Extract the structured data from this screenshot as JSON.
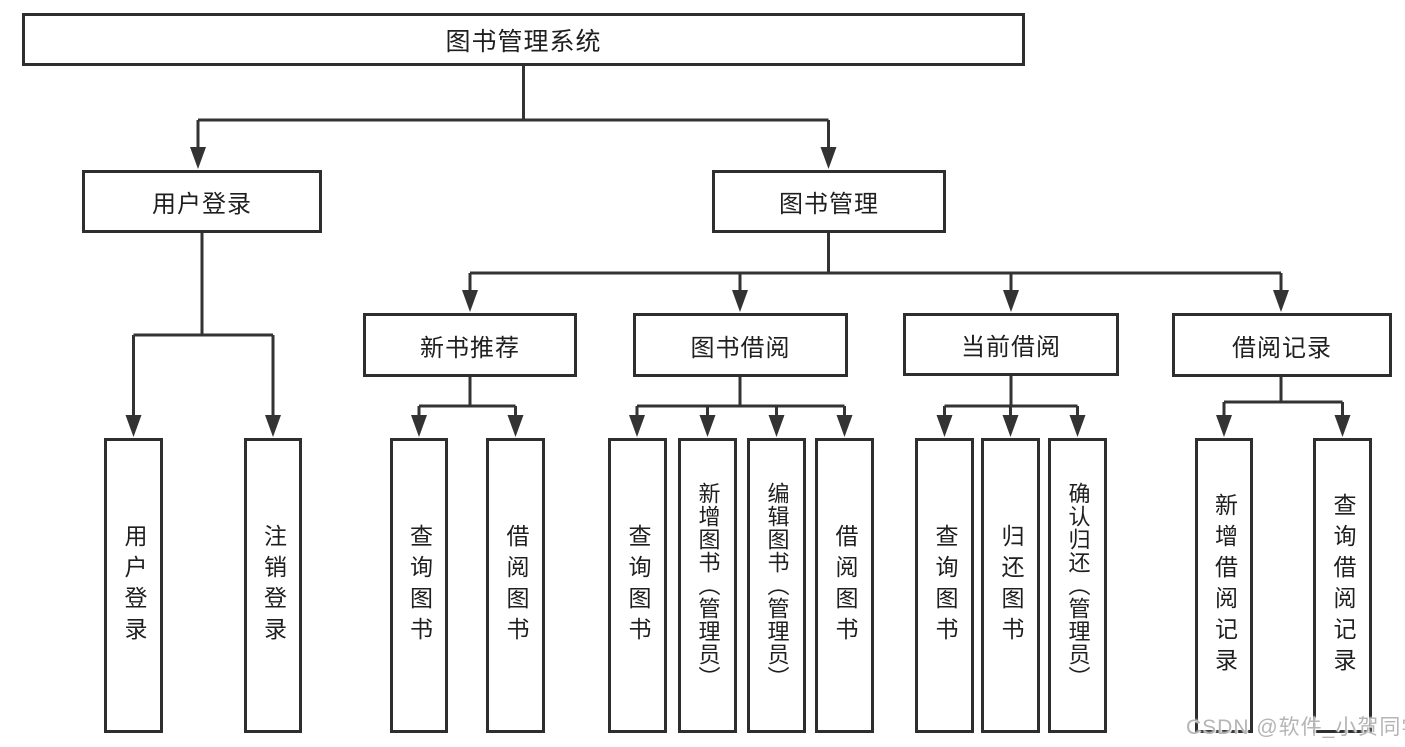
{
  "colors": {
    "line": "#333333",
    "box_border": "#2e2e2e",
    "text": "#1f1f1f",
    "watermark": "#b5b5b5",
    "background": "#ffffff"
  },
  "watermark": {
    "text": "CSDN @软件_小贺同学"
  },
  "tree": {
    "root": {
      "label": "图书管理系统",
      "children": [
        {
          "label": "用户登录",
          "children": [
            {
              "label": "用户登录"
            },
            {
              "label": "注销登录"
            }
          ]
        },
        {
          "label": "图书管理",
          "children": [
            {
              "label": "新书推荐",
              "children": [
                {
                  "label": "查询图书"
                },
                {
                  "label": "借阅图书"
                }
              ]
            },
            {
              "label": "图书借阅",
              "children": [
                {
                  "label": "查询图书"
                },
                {
                  "label": "新增图书（管理员）"
                },
                {
                  "label": "编辑图书（管理员）"
                },
                {
                  "label": "借阅图书"
                }
              ]
            },
            {
              "label": "当前借阅",
              "children": [
                {
                  "label": "查询图书"
                },
                {
                  "label": "归还图书"
                },
                {
                  "label": "确认归还（管理员）"
                }
              ]
            },
            {
              "label": "借阅记录",
              "children": [
                {
                  "label": "新增借阅记录"
                },
                {
                  "label": "查询借阅记录"
                }
              ]
            }
          ]
        }
      ]
    }
  }
}
